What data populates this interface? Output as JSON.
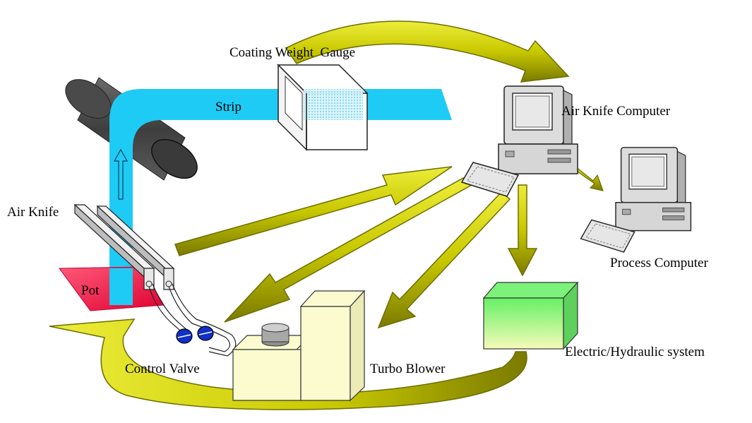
{
  "labels": {
    "coating_weight_gauge": "Coating Weight  Gauge",
    "strip": "Strip",
    "air_knife_computer": "Air Knife Computer",
    "air_knife": "Air Knife",
    "pot": "Pot",
    "process_computer": "Process Computer",
    "control_valve": "Control Valve",
    "turbo_blower": "Turbo Blower",
    "electric_hydraulic_system": "Electric/Hydraulic system"
  },
  "colors": {
    "strip": "#1ecbf5",
    "arrow": "#c8c800",
    "arrow_dark": "#6d6d00",
    "pot": "#f01848",
    "valve": "#1030c8",
    "blower": "#fbfbcf",
    "hydraulic_top": "#7cf27a",
    "hydraulic_bottom": "#f4f8b6",
    "roll": "#555555"
  },
  "icons": {
    "computer": "desktop-computer-icon",
    "arrow": "double-headed-arrow-icon"
  }
}
